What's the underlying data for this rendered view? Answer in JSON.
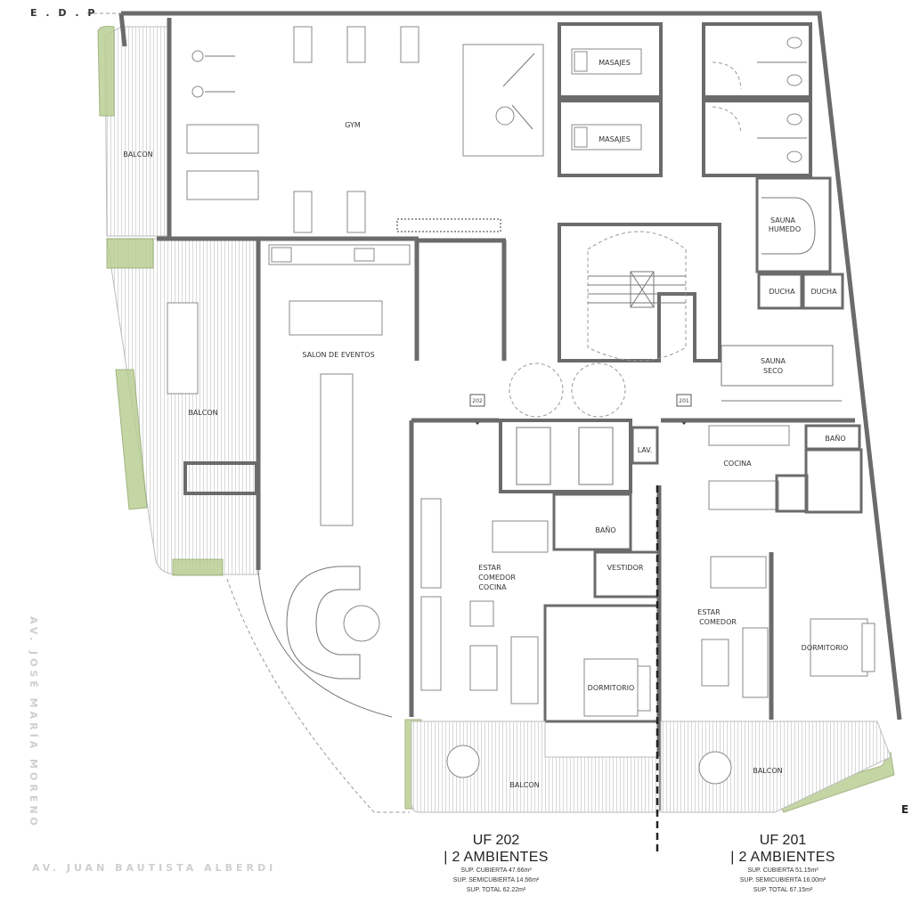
{
  "header": {
    "corner_label": "E . D . P"
  },
  "streets": {
    "vertical": "AV. JOSÉ MARÍA MORENO",
    "horizontal": "AV. JUAN BAUTISTA ALBERDI"
  },
  "edge_marker": "E",
  "rooms": {
    "gym": "GYM",
    "balcon_top": "BALCON",
    "balcon_mid": "BALCON",
    "masajes_1": "MASAJES",
    "masajes_2": "MASAJES",
    "sauna_humedo_1": "SAUNA",
    "sauna_humedo_2": "HUMEDO",
    "ducha_1": "DUCHA",
    "ducha_2": "DUCHA",
    "sauna_seco_1": "SAUNA",
    "sauna_seco_2": "SECO",
    "salon": "SALON DE EVENTOS",
    "lav": "LAV.",
    "uf202": {
      "bano": "BAÑO",
      "vestidor": "VESTIDOR",
      "estar_1": "ESTAR",
      "estar_2": "COMEDOR",
      "estar_3": "COCINA",
      "dormitorio": "DORMITORIO",
      "balcon": "BALCON",
      "door_tag": "202"
    },
    "uf201": {
      "bano": "BAÑO",
      "cocina": "COCINA",
      "estar_1": "ESTAR",
      "estar_2": "COMEDOR",
      "dormitorio": "DORMITORIO",
      "balcon": "BALCON",
      "door_tag": "201"
    }
  },
  "units": [
    {
      "title": "UF 202",
      "ambientes": "| 2 AMBIENTES",
      "sup_cubierta": "SUP. CUBIERTA 47.66m²",
      "sup_semicubierta": "SUP. SEMICUBIERTA 14.56m²",
      "sup_total": "SUP. TOTAL 62.22m²"
    },
    {
      "title": "UF 201",
      "ambientes": "| 2 AMBIENTES",
      "sup_cubierta": "SUP. CUBIERTA 51.15m²",
      "sup_semicubierta": "SUP. SEMICUBIERTA 16.00m²",
      "sup_total": "SUP. TOTAL 67.15m²"
    }
  ],
  "colors": {
    "wall": "#a9a9a9",
    "vegetation": "#b9cf95",
    "text": "#222222",
    "street_label": "#cfcfcf"
  }
}
